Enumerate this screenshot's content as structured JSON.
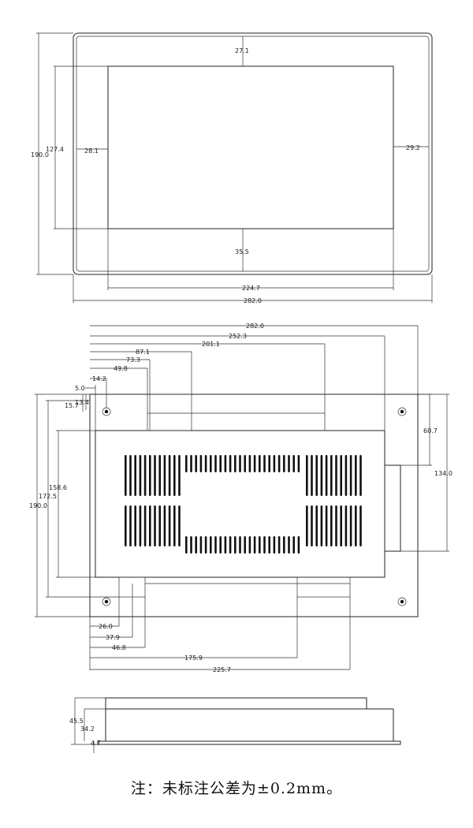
{
  "front_view": {
    "top_margin": "27.1",
    "inner_height": "127.4",
    "overall_height": "190.0",
    "left_margin": "28.1",
    "right_margin": "29.2",
    "bottom_margin": "35.5",
    "inner_width": "224.7",
    "overall_width": "282.0"
  },
  "back_view": {
    "overall_width": "282.0",
    "dim_252_3": "252.3",
    "dim_201_1": "201.1",
    "dim_87_1": "87.1",
    "dim_73_3": "73.3",
    "dim_49_8": "49.8",
    "dim_14_2": "14.2",
    "dim_5_0": "5.0",
    "dim_15_7": "15.7",
    "dim_13_4": "13.4",
    "overall_height": "190.0",
    "dim_172_5": "172.5",
    "dim_158_6": "158.6",
    "dim_60_7": "60.7",
    "dim_134_0": "134.0",
    "dim_26_0": "26.0",
    "dim_37_9": "37.9",
    "dim_46_8": "46.8",
    "dim_175_9": "175.9",
    "dim_225_7": "225.7"
  },
  "side_view": {
    "total_depth": "45.5",
    "body_depth": "34.2",
    "bezel_depth": "4.7"
  },
  "note": "注：未标注公差为±0.2mm。"
}
